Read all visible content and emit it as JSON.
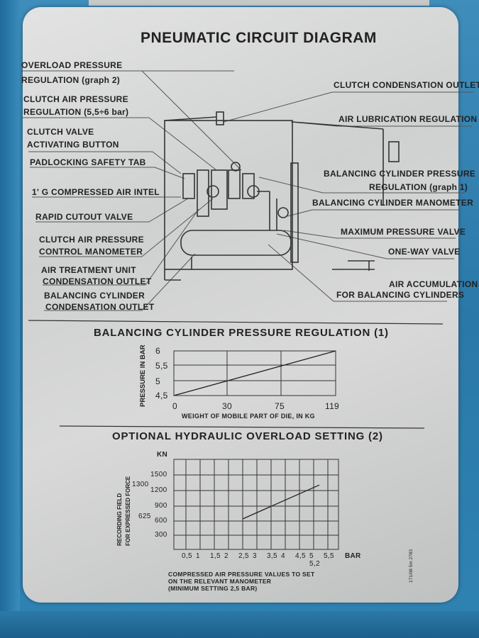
{
  "plate": {
    "title": "PNEUMATIC CIRCUIT DIAGRAM",
    "left_labels": [
      "OVERLOAD PRESSURE",
      "REGULATION (graph 2)",
      "CLUTCH AIR PRESSURE",
      "REGULATION (5,5÷6 bar)",
      "CLUTCH VALVE",
      "ACTIVATING BUTTON",
      "PADLOCKING SAFETY TAB",
      "1' G COMPRESSED AIR INTEL",
      "RAPID CUTOUT VALVE",
      "CLUTCH AIR PRESSURE",
      "CONTROL MANOMETER",
      "AIR TREATMENT UNIT",
      "CONDENSATION OUTLET",
      "BALANCING CYLINDER",
      "CONDENSATION OUTLET"
    ],
    "right_labels": [
      "CLUTCH CONDENSATION OUTLET",
      "AIR LUBRICATION REGULATION",
      "BALANCING CYLINDER PRESSURE",
      "REGULATION (graph 1)",
      "BALANCING CYLINDER MANOMETER",
      "MAXIMUM PRESSURE VALVE",
      "ONE-WAY VALVE",
      "AIR ACCUMULATION",
      "FOR BALANCING CYLINDERS"
    ],
    "graph1": {
      "title": "BALANCING CYLINDER PRESSURE REGULATION (1)",
      "ylabel": "PRESSURE IN BAR",
      "xlabel": "WEIGHT OF MOBILE PART OF DIE, IN KG",
      "yticks": [
        "6",
        "5,5",
        "5",
        "4,5"
      ],
      "xticks": [
        "0",
        "30",
        "75",
        "119"
      ],
      "points": [
        [
          0,
          4.5
        ],
        [
          119,
          6
        ]
      ]
    },
    "graph2": {
      "title": "OPTIONAL HYDRAULIC OVERLOAD SETTING (2)",
      "yunit": "KN",
      "ylabel_line1": "RECORDING FIELD",
      "ylabel_line2": "FOR EXPRESSED FORCE",
      "yticks": [
        "1500",
        "1300",
        "1200",
        "900",
        "625",
        "600",
        "300"
      ],
      "xticks": [
        "0,5",
        "1",
        "1,5",
        "2",
        "2,5",
        "3",
        "3,5",
        "4",
        "4,5",
        "5",
        "5,5"
      ],
      "xextra": "5,2",
      "xunit": "BAR",
      "note_lines": [
        "COMPRESSED AIR PRESSURE VALUES TO SET",
        "ON THE RELEVANT MANOMETER",
        "(MINIMUM SETTING 2,5 BAR)"
      ],
      "side_code": "171/08 5m 2783",
      "points": [
        [
          2.5,
          625
        ],
        [
          5.2,
          1300
        ]
      ]
    }
  }
}
